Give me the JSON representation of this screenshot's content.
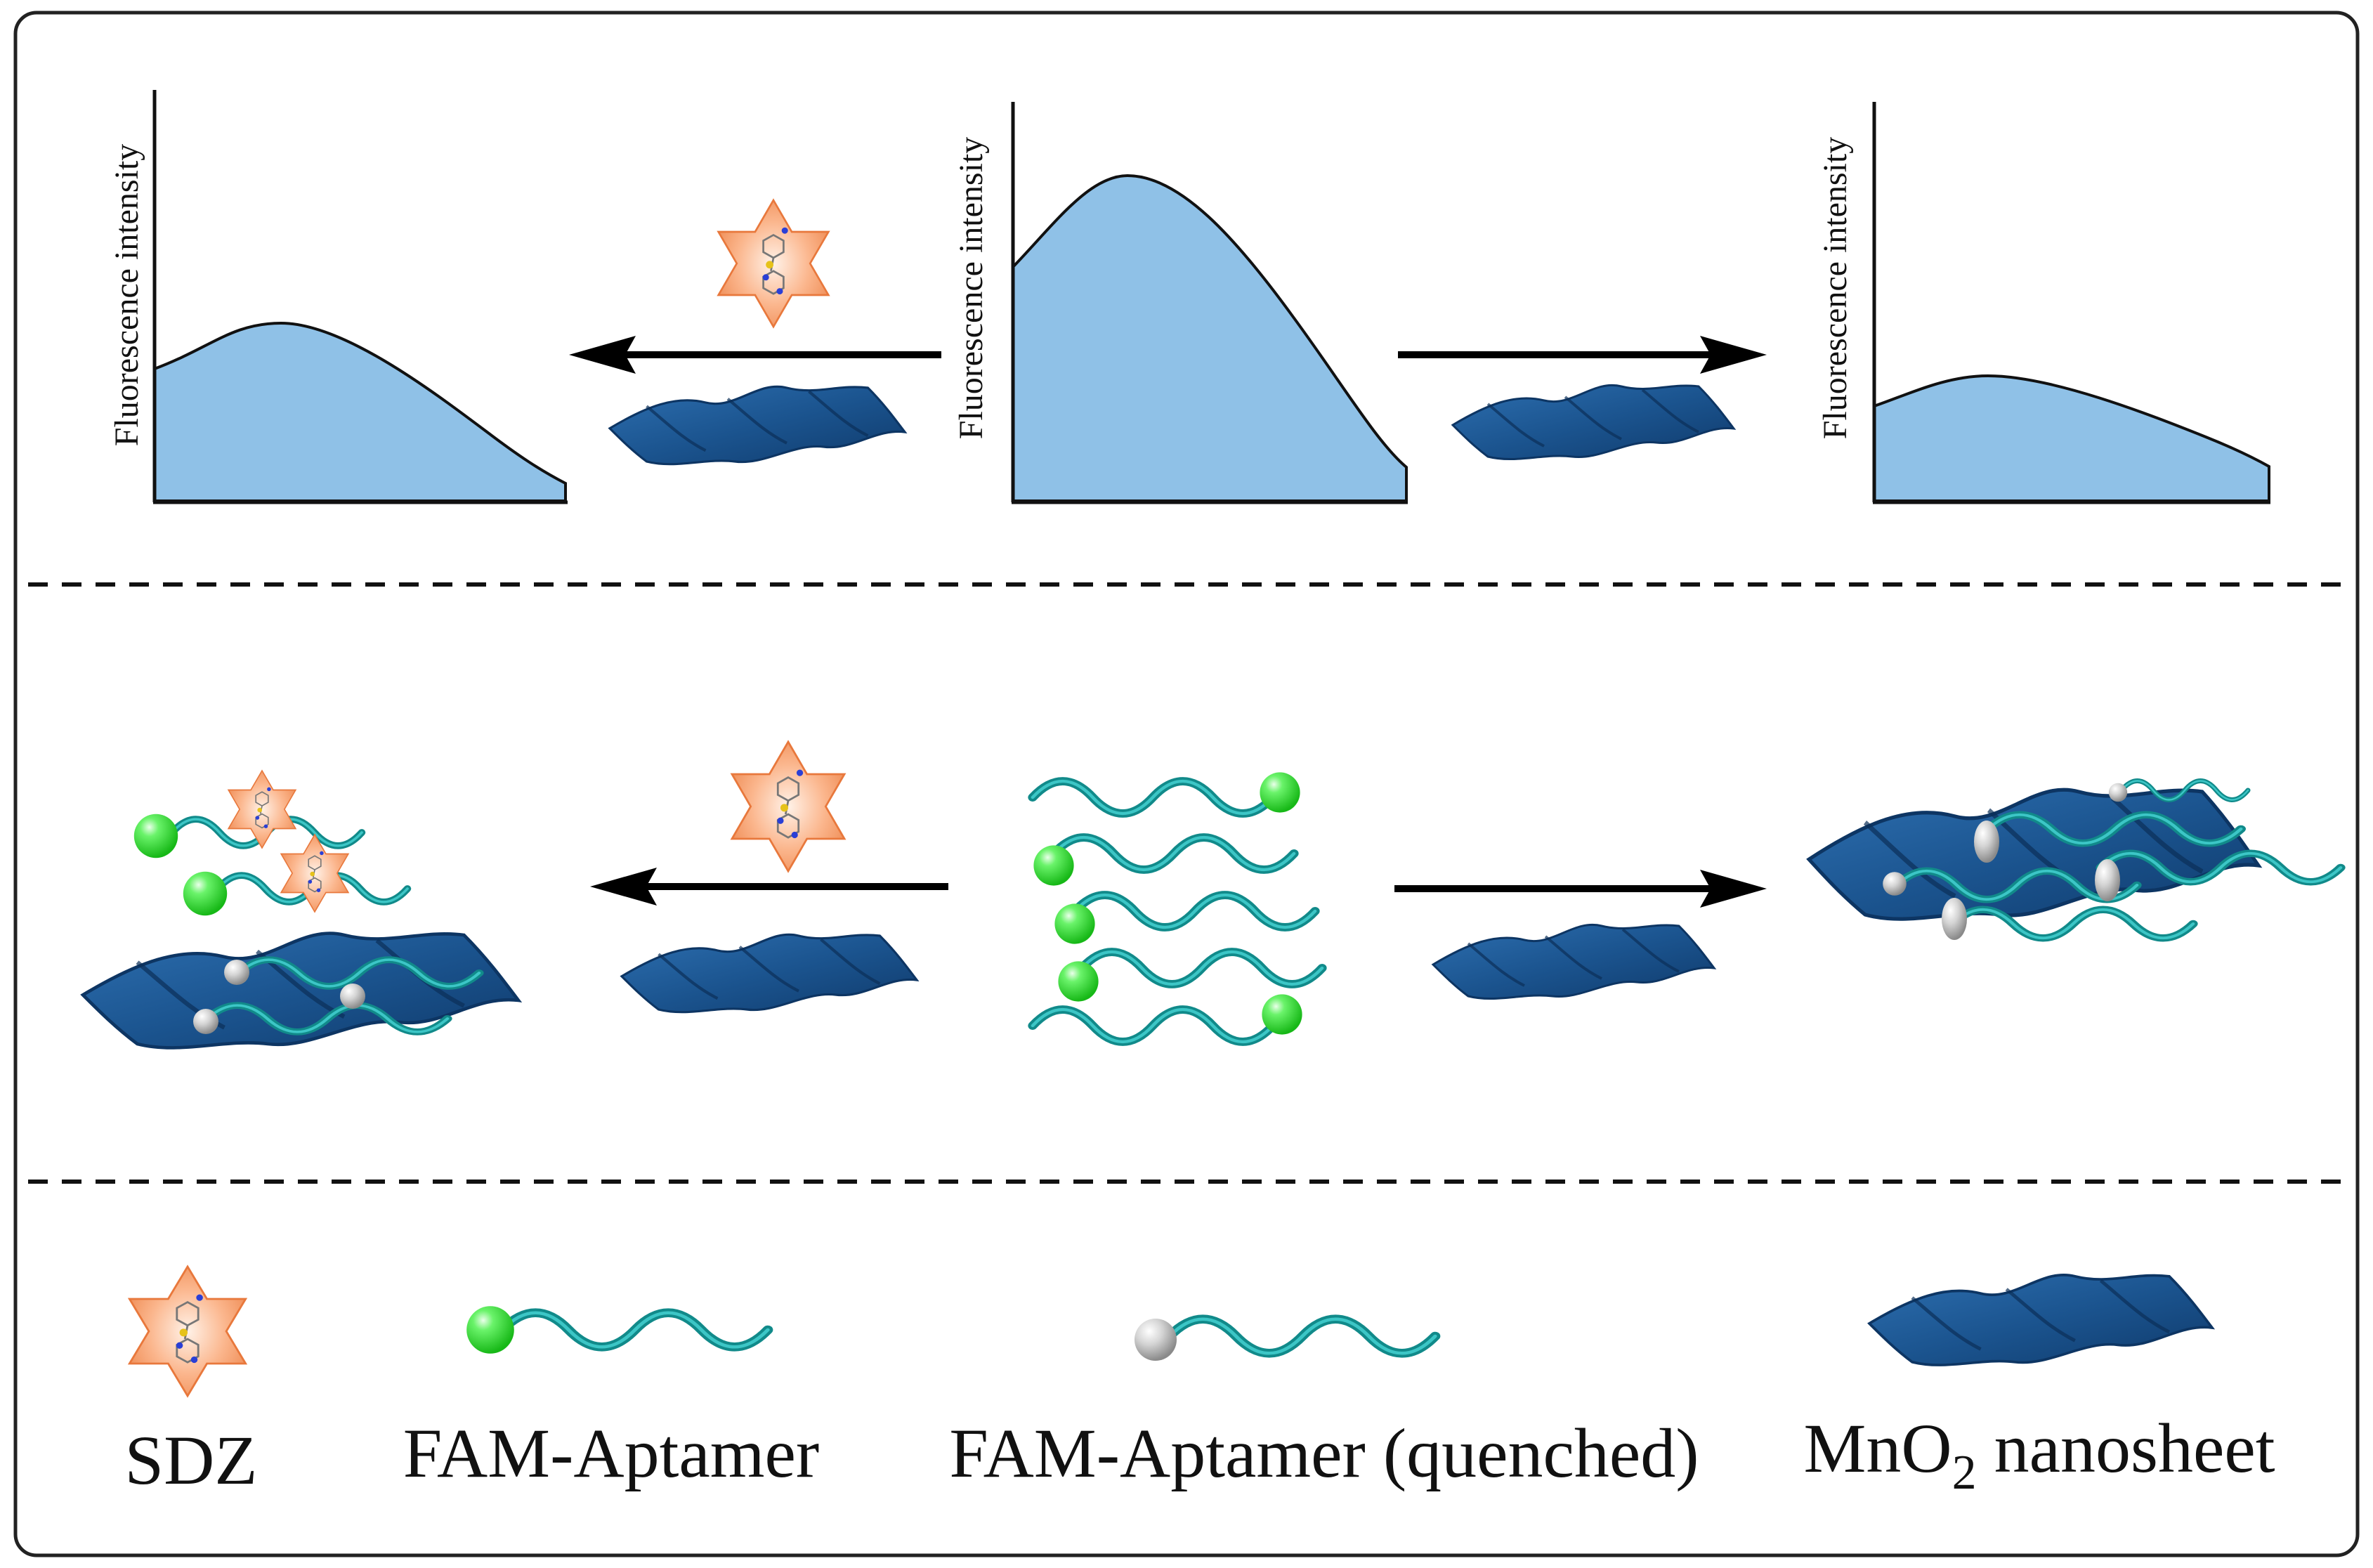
{
  "plots": {
    "left": {
      "ylabel": "Fluorescence intensity"
    },
    "center": {
      "ylabel": "Fluorescence intensity"
    },
    "right": {
      "ylabel": "Fluorescence intensity"
    }
  },
  "legend": {
    "sdz": "SDZ",
    "fam_aptamer": "FAM-Aptamer",
    "fam_aptamer_quenched": "FAM-Aptamer (quenched)",
    "mno2_prefix": "MnO",
    "mno2_subscript": "2",
    "mno2_suffix": " nanosheet"
  },
  "colors": {
    "curve_fill": "#8fc1e7",
    "nanosheet": "#1f5f9f",
    "nanosheet_dark": "#123d6d",
    "aptamer": "#1aa6a6",
    "fam_sphere": "#3ee83e",
    "quenched_sphere": "#c6c6c6",
    "sdz_star": "#f7a072"
  }
}
